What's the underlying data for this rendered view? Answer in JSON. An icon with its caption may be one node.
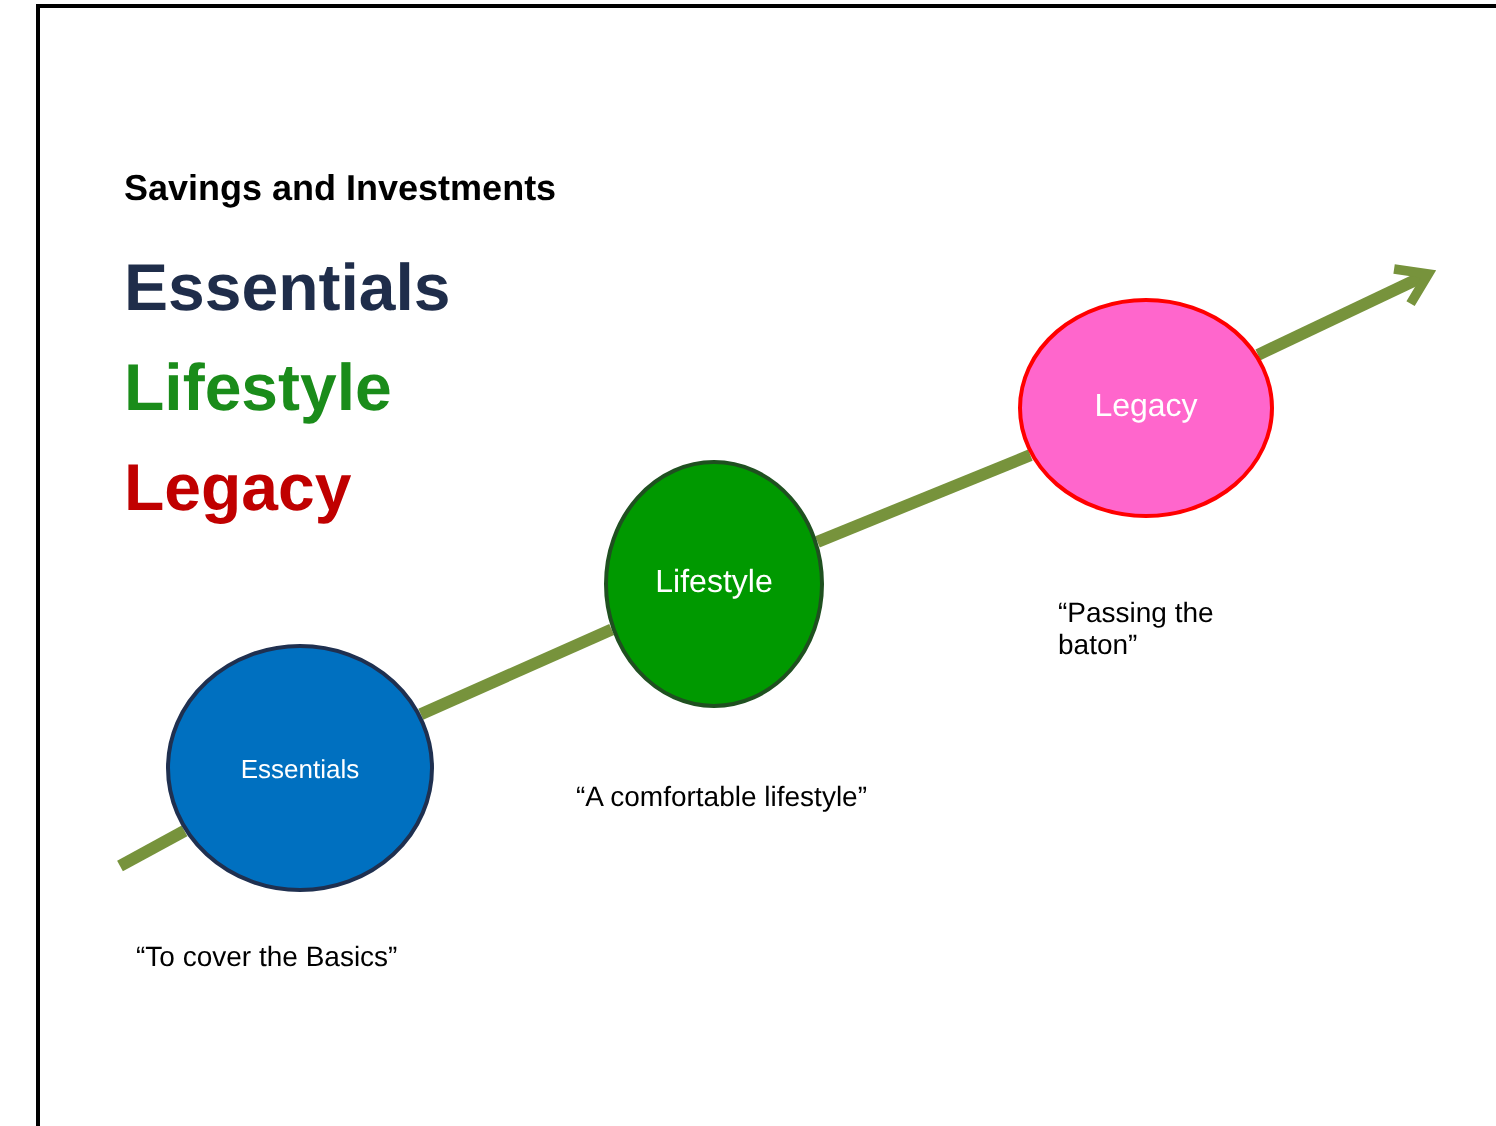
{
  "diagram": {
    "title": "Savings and Investments",
    "nodes": [
      {
        "text": [
          "Essentials"
        ],
        "beside": [
          "“To cover the Basics”"
        ]
      },
      {
        "text": [
          "Lifestyle"
        ],
        "beside": [
          "“A comfortable lifestyle”"
        ]
      },
      {
        "text": [
          "Legacy"
        ],
        "beside": [
          "“Passing the baton”"
        ]
      }
    ],
    "edges": [
      {
        "from": null,
        "to": 0,
        "arrow": "none"
      },
      {
        "from": 0,
        "to": 1,
        "arrow": "none"
      },
      {
        "from": 1,
        "to": 2,
        "arrow": "none"
      },
      {
        "from": 2,
        "to": null,
        "arrow": "to"
      }
    ],
    "labels": [
      "Essentials",
      "Lifestyle",
      "Legacy"
    ]
  }
}
